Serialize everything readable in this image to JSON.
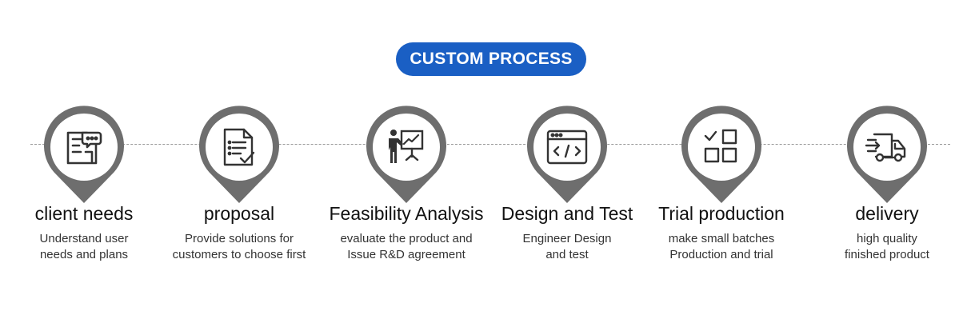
{
  "header": {
    "title": "CUSTOM PROCESS"
  },
  "steps": [
    {
      "icon": "chat-document-icon",
      "title": "client needs",
      "desc": [
        "Understand user",
        "needs and plans"
      ]
    },
    {
      "icon": "checklist-document-icon",
      "title": "proposal",
      "desc": [
        "Provide solutions for",
        "customers to choose first"
      ]
    },
    {
      "icon": "presentation-chart-icon",
      "title": "Feasibility Analysis",
      "desc": [
        "evaluate the product and",
        "Issue R&D agreement"
      ]
    },
    {
      "icon": "code-window-icon",
      "title": "Design and Test",
      "desc": [
        "Engineer Design",
        "and test"
      ]
    },
    {
      "icon": "grid-check-icon",
      "title": "Trial production",
      "desc": [
        "make small batches",
        "Production and trial"
      ]
    },
    {
      "icon": "delivery-truck-icon",
      "title": "delivery",
      "desc": [
        "high quality",
        "finished product"
      ]
    }
  ],
  "colors": {
    "accent": "#1a5fc4",
    "pin": "#6e6e6e",
    "icon": "#333333"
  }
}
